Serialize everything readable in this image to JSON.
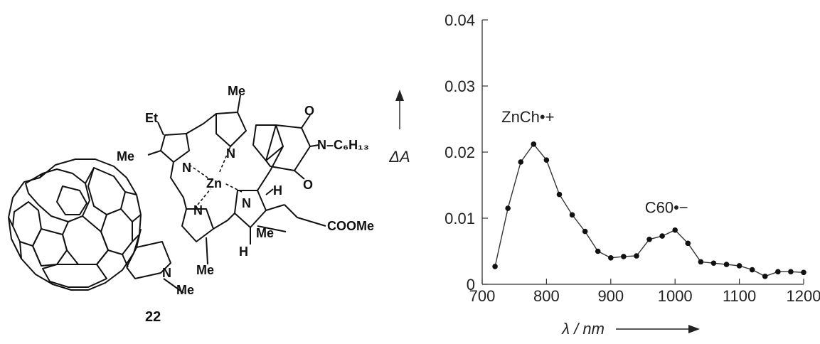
{
  "compound": {
    "number": "22",
    "labels": {
      "et": "Et",
      "me_top": "Me",
      "me_left": "Me",
      "me_bottom": "Me",
      "me_ring": "Me",
      "me_pyrrolidine": "Me",
      "n": "N",
      "zn": "Zn",
      "o": "O",
      "hexyl": "N–C₆H₁₃",
      "ester": "COOMe",
      "h": "H"
    }
  },
  "chart_data": {
    "type": "line",
    "xlabel": "λ / nm",
    "ylabel": "ΔA",
    "xlim": [
      700,
      1200
    ],
    "ylim": [
      0,
      0.04
    ],
    "xticks": [
      700,
      800,
      900,
      1000,
      1100,
      1200
    ],
    "xtick_labels": [
      "700",
      "800",
      "900",
      "1000",
      "1100",
      "1200"
    ],
    "yticks": [
      0,
      0.01,
      0.02,
      0.03,
      0.04
    ],
    "ytick_labels": [
      "0",
      "0.01",
      "0.02",
      "0.03",
      "0.04"
    ],
    "grid": false,
    "annotations": [
      {
        "text": "ZnCh•+",
        "x": 780,
        "y": 0.0245
      },
      {
        "text": "C60•−",
        "x": 1000,
        "y": 0.0108
      }
    ],
    "series": [
      {
        "x": [
          720,
          740,
          760,
          780,
          800,
          820,
          840,
          860,
          880,
          900,
          920,
          940,
          960,
          980,
          1000,
          1020,
          1040,
          1060,
          1080,
          1100,
          1120,
          1140,
          1160,
          1180,
          1200
        ],
        "values": [
          0.0027,
          0.0115,
          0.0185,
          0.0212,
          0.0188,
          0.0136,
          0.0105,
          0.008,
          0.005,
          0.004,
          0.0042,
          0.0043,
          0.0068,
          0.0073,
          0.0082,
          0.0062,
          0.0034,
          0.0032,
          0.003,
          0.0028,
          0.0022,
          0.0012,
          0.0019,
          0.0019,
          0.0018
        ]
      }
    ]
  }
}
